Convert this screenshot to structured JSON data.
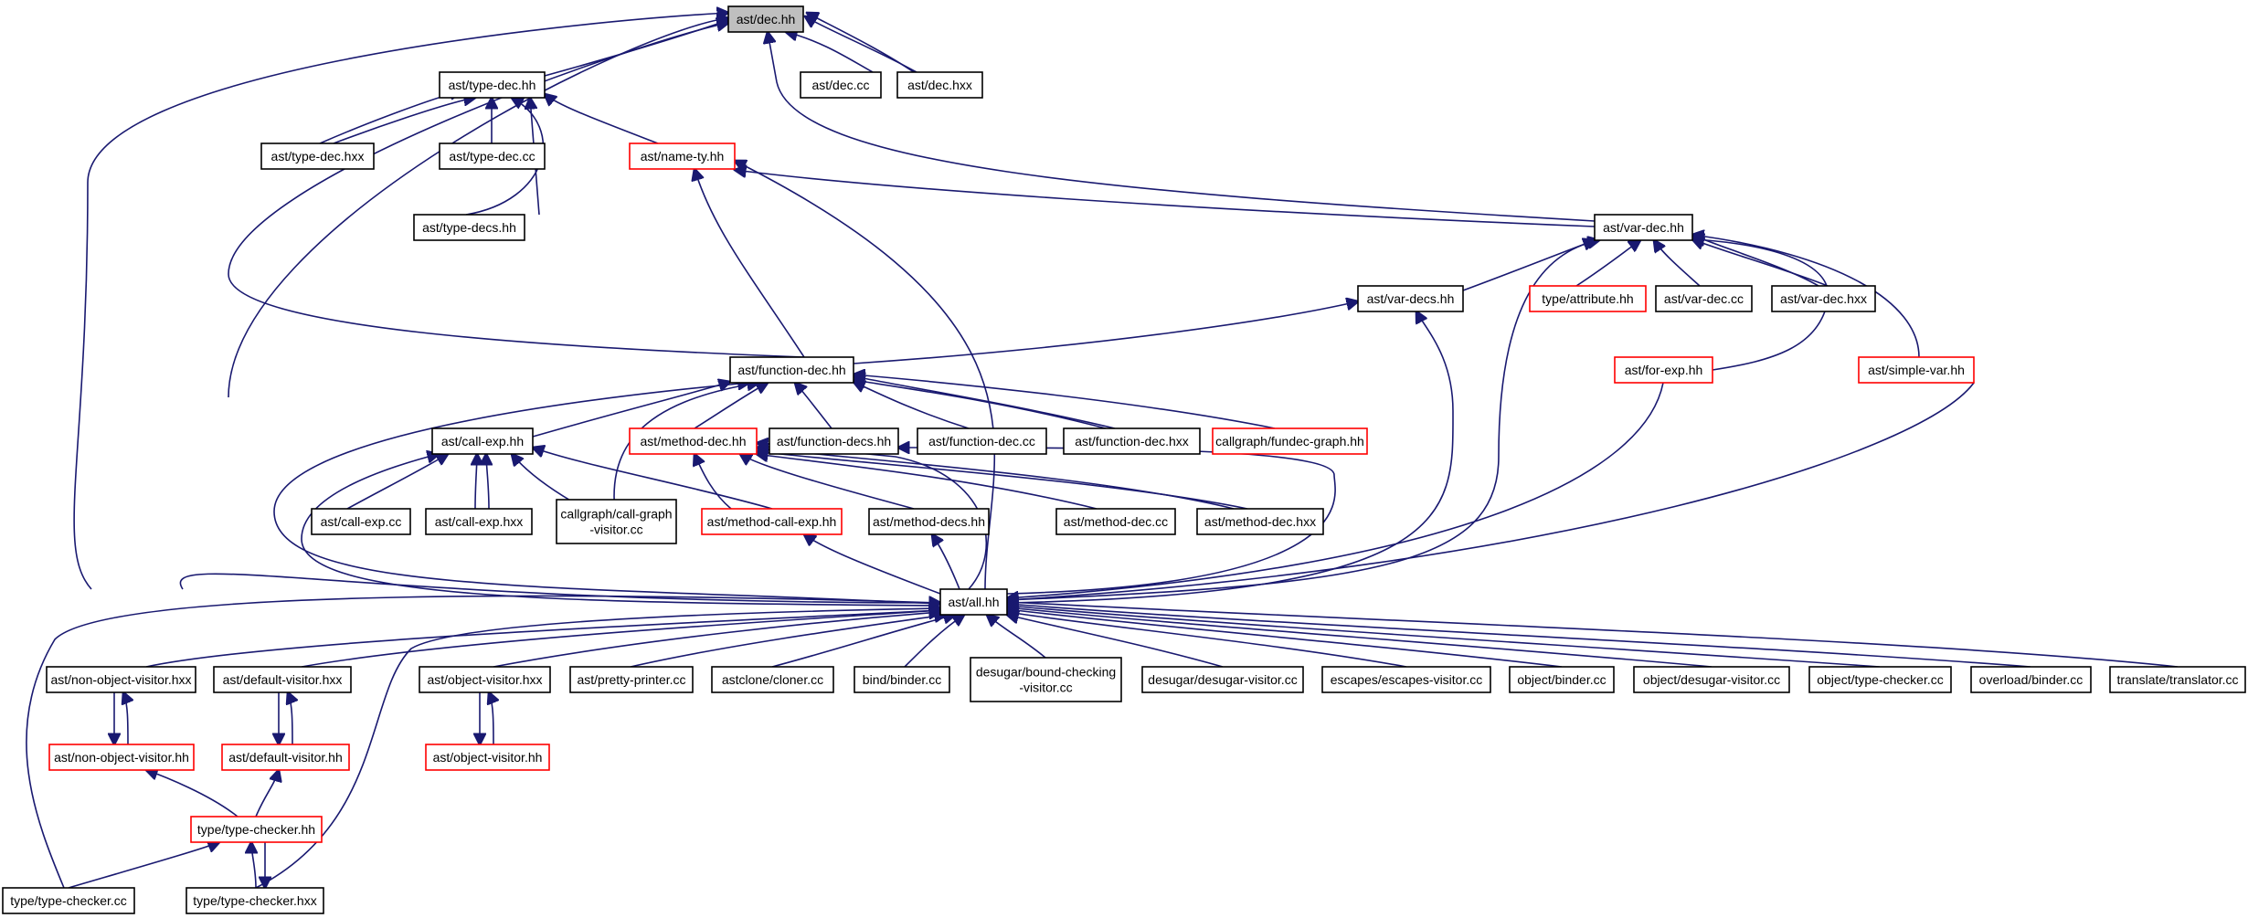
{
  "colors": {
    "edge": "#191970",
    "border": "#000000",
    "border_red": "#ff0000",
    "focus_fill": "#bfbfbf"
  },
  "nodes": {
    "dec_hh": {
      "label": [
        "ast/dec.hh"
      ],
      "style": "focus"
    },
    "dec_cc": {
      "label": [
        "ast/dec.cc"
      ],
      "style": "black"
    },
    "dec_hxx": {
      "label": [
        "ast/dec.hxx"
      ],
      "style": "black"
    },
    "type_dec_hh": {
      "label": [
        "ast/type-dec.hh"
      ],
      "style": "black"
    },
    "type_dec_hxx": {
      "label": [
        "ast/type-dec.hxx"
      ],
      "style": "black"
    },
    "type_dec_cc": {
      "label": [
        "ast/type-dec.cc"
      ],
      "style": "black"
    },
    "name_ty_hh": {
      "label": [
        "ast/name-ty.hh"
      ],
      "style": "red"
    },
    "type_decs_hh": {
      "label": [
        "ast/type-decs.hh"
      ],
      "style": "black"
    },
    "var_dec_hh": {
      "label": [
        "ast/var-dec.hh"
      ],
      "style": "black"
    },
    "var_decs_hh": {
      "label": [
        "ast/var-decs.hh"
      ],
      "style": "black"
    },
    "attribute_hh": {
      "label": [
        "type/attribute.hh"
      ],
      "style": "red"
    },
    "var_dec_cc": {
      "label": [
        "ast/var-dec.cc"
      ],
      "style": "black"
    },
    "var_dec_hxx": {
      "label": [
        "ast/var-dec.hxx"
      ],
      "style": "black"
    },
    "for_exp_hh": {
      "label": [
        "ast/for-exp.hh"
      ],
      "style": "red"
    },
    "simple_var_hh": {
      "label": [
        "ast/simple-var.hh"
      ],
      "style": "red"
    },
    "function_dec_hh": {
      "label": [
        "ast/function-dec.hh"
      ],
      "style": "black"
    },
    "call_exp_hh": {
      "label": [
        "ast/call-exp.hh"
      ],
      "style": "black"
    },
    "method_dec_hh": {
      "label": [
        "ast/method-dec.hh"
      ],
      "style": "red"
    },
    "function_decs_hh": {
      "label": [
        "ast/function-decs.hh"
      ],
      "style": "black"
    },
    "function_dec_cc": {
      "label": [
        "ast/function-dec.cc"
      ],
      "style": "black"
    },
    "function_dec_hxx": {
      "label": [
        "ast/function-dec.hxx"
      ],
      "style": "black"
    },
    "fundec_graph_hh": {
      "label": [
        "callgraph/fundec-graph.hh"
      ],
      "style": "red"
    },
    "call_exp_cc": {
      "label": [
        "ast/call-exp.cc"
      ],
      "style": "black"
    },
    "call_exp_hxx": {
      "label": [
        "ast/call-exp.hxx"
      ],
      "style": "black"
    },
    "call_graph_visitor_cc": {
      "label": [
        "callgraph/call-graph",
        "-visitor.cc"
      ],
      "style": "black"
    },
    "method_call_exp_hh": {
      "label": [
        "ast/method-call-exp.hh"
      ],
      "style": "red"
    },
    "method_decs_hh": {
      "label": [
        "ast/method-decs.hh"
      ],
      "style": "black"
    },
    "method_dec_cc": {
      "label": [
        "ast/method-dec.cc"
      ],
      "style": "black"
    },
    "method_dec_hxx": {
      "label": [
        "ast/method-dec.hxx"
      ],
      "style": "black"
    },
    "all_hh": {
      "label": [
        "ast/all.hh"
      ],
      "style": "black"
    },
    "non_object_visitor_hxx": {
      "label": [
        "ast/non-object-visitor.hxx"
      ],
      "style": "black"
    },
    "default_visitor_hxx": {
      "label": [
        "ast/default-visitor.hxx"
      ],
      "style": "black"
    },
    "object_visitor_hxx": {
      "label": [
        "ast/object-visitor.hxx"
      ],
      "style": "black"
    },
    "pretty_printer_cc": {
      "label": [
        "ast/pretty-printer.cc"
      ],
      "style": "black"
    },
    "cloner_cc": {
      "label": [
        "astclone/cloner.cc"
      ],
      "style": "black"
    },
    "bind_binder_cc": {
      "label": [
        "bind/binder.cc"
      ],
      "style": "black"
    },
    "bound_checking_visitor_cc": {
      "label": [
        "desugar/bound-checking",
        "-visitor.cc"
      ],
      "style": "black"
    },
    "desugar_visitor_cc": {
      "label": [
        "desugar/desugar-visitor.cc"
      ],
      "style": "black"
    },
    "escapes_visitor_cc": {
      "label": [
        "escapes/escapes-visitor.cc"
      ],
      "style": "black"
    },
    "object_binder_cc": {
      "label": [
        "object/binder.cc"
      ],
      "style": "black"
    },
    "object_desugar_visitor_cc": {
      "label": [
        "object/desugar-visitor.cc"
      ],
      "style": "black"
    },
    "object_type_checker_cc": {
      "label": [
        "object/type-checker.cc"
      ],
      "style": "black"
    },
    "overload_binder_cc": {
      "label": [
        "overload/binder.cc"
      ],
      "style": "black"
    },
    "translator_cc": {
      "label": [
        "translate/translator.cc"
      ],
      "style": "black"
    },
    "non_object_visitor_hh": {
      "label": [
        "ast/non-object-visitor.hh"
      ],
      "style": "red"
    },
    "default_visitor_hh": {
      "label": [
        "ast/default-visitor.hh"
      ],
      "style": "red"
    },
    "object_visitor_hh": {
      "label": [
        "ast/object-visitor.hh"
      ],
      "style": "red"
    },
    "type_checker_hh": {
      "label": [
        "type/type-checker.hh"
      ],
      "style": "red"
    },
    "type_checker_cc": {
      "label": [
        "type/type-checker.cc"
      ],
      "style": "black"
    },
    "type_checker_hxx": {
      "label": [
        "type/type-checker.hxx"
      ],
      "style": "black"
    }
  }
}
